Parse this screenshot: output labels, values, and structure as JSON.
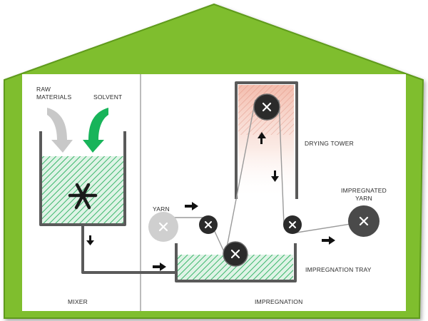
{
  "colors": {
    "house_green": "#7fbe2f",
    "house_green_dark": "#5f9a1c",
    "solvent_green": "#18b45a",
    "hatch_green": "#39b66a",
    "liquid_fill": "#dff3e6",
    "raw_arrow_gray": "#c8c8c8",
    "outline_gray": "#5a5a5a",
    "roller_dark": "#2b2b2b",
    "roller_light": "#cfcfcf",
    "tower_pink": "#f2b8a8"
  },
  "sections": {
    "mixer": {
      "title": "MIXER"
    },
    "impregnation": {
      "title": "IMPREGNATION"
    }
  },
  "labels": {
    "raw_line1": "RAW",
    "raw_line2": "MATERIALS",
    "solvent": "SOLVENT",
    "yarn": "YARN",
    "drying_tower": "DRYING TOWER",
    "impregnated_line1": "IMPREGNATED",
    "impregnated_line2": "YARN",
    "impregnation_tray": "IMPREGNATION TRAY"
  },
  "icons": {
    "stirrer": "asterisk-stirrer-icon",
    "roller": "x-roller-icon",
    "flow": "black-arrow-icon"
  }
}
